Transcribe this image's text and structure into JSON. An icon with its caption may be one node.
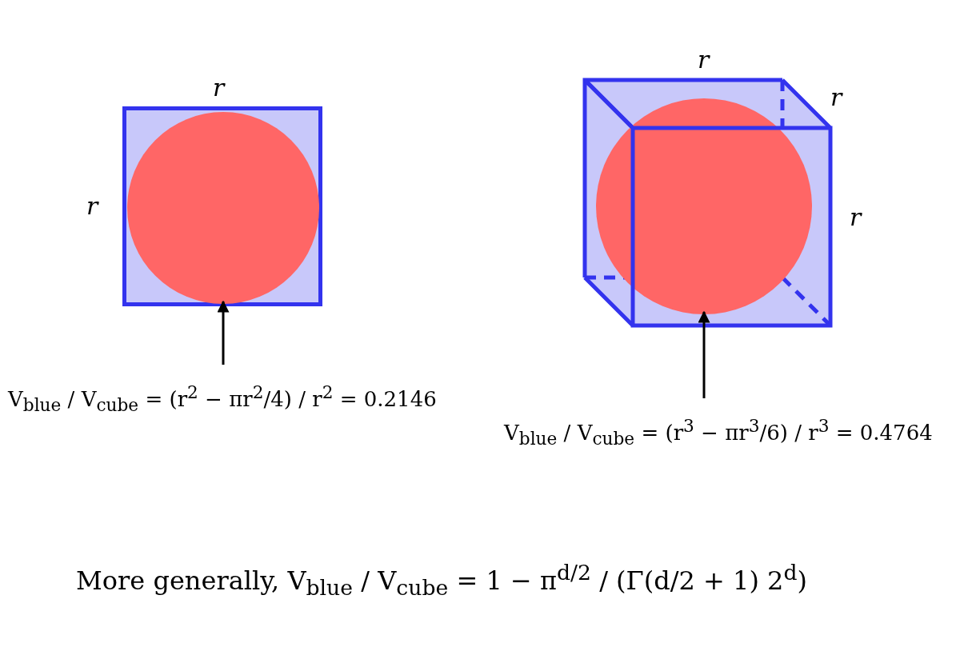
{
  "diagram": {
    "nodes": [
      {
        "text": [],
        "shape": "box",
        "beside": [
          "r",
          "r"
        ]
      },
      {
        "text": [],
        "shape": "circle",
        "in": 0
      },
      {
        "text": [],
        "shape": "box",
        "beside": [
          "r",
          "r",
          "r"
        ]
      },
      {
        "text": [],
        "shape": "circle",
        "in": 2
      },
      {
        "text": [
          "V$_{blue}$ / V$_{cube}$ = (r$^{2}$ − πr$^{2}$/4) / r$^{2}$ = 0.2146"
        ]
      },
      {
        "text": [
          "V$_{blue}$ / V$_{cube}$ = (r$^{3}$ − πr$^{3}$/6) / r$^{3}$ = 0.4764"
        ]
      }
    ],
    "edges": [
      {
        "from": 4,
        "to": 1,
        "arrow": "to"
      },
      {
        "from": 5,
        "to": 3,
        "arrow": "to"
      }
    ],
    "labels": [
      "More generally, V$_{blue}$ / V$_{cube}$ = 1 − π$^{d/2}$ / (Γ(d/2 + 1) 2$^{d}$)"
    ]
  }
}
